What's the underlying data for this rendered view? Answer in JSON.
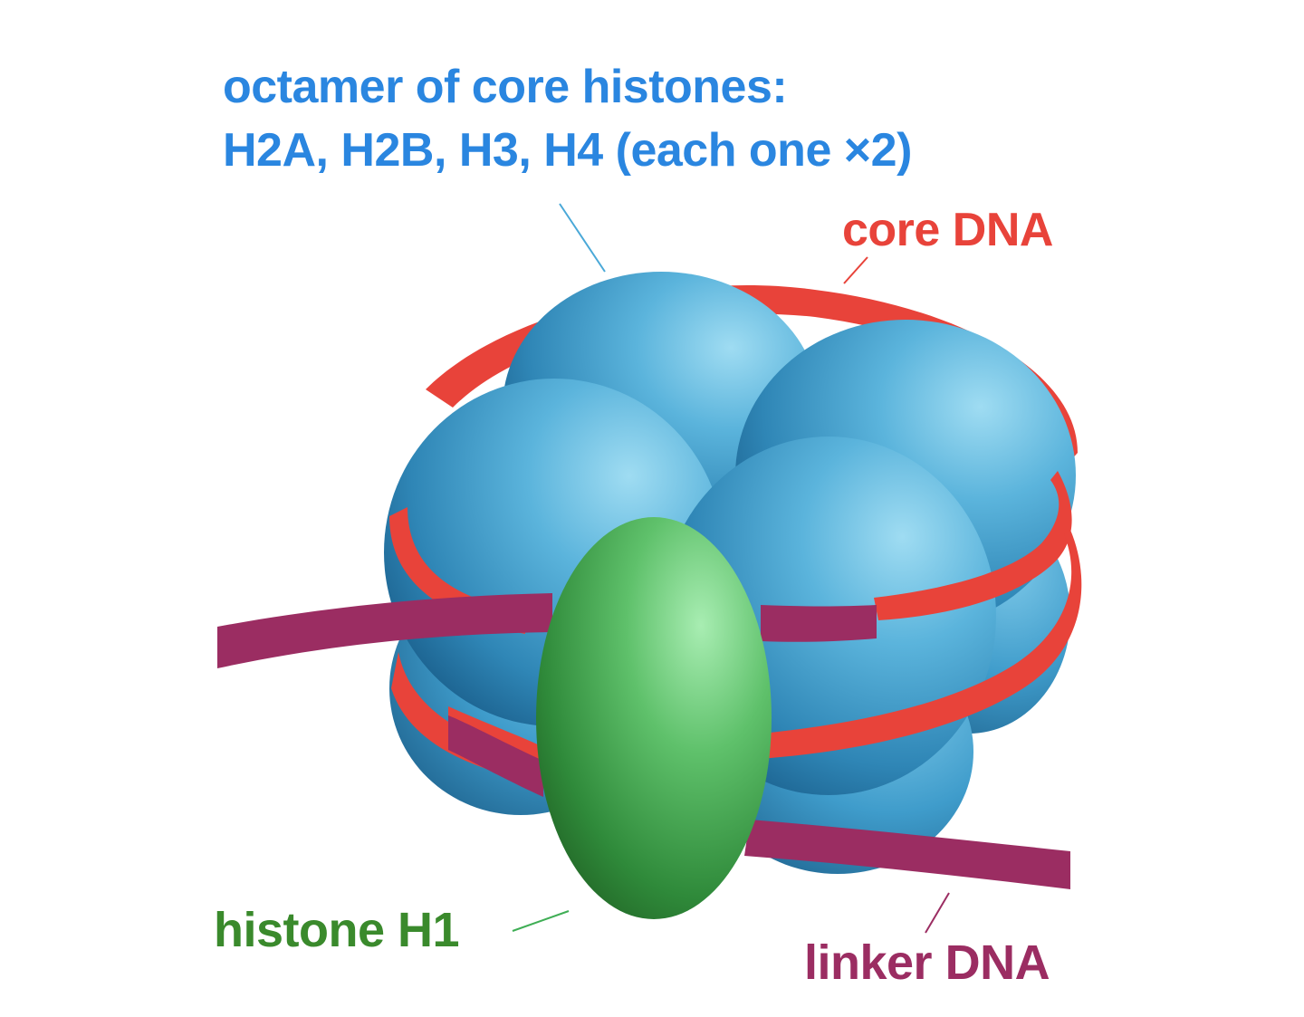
{
  "labels": {
    "octamer_line1": "octamer of core histones:",
    "octamer_line2": "H2A, H2B, H3, H4 (each one ×2)",
    "core_dna": "core DNA",
    "histone_h1": "histone H1",
    "linker_dna": "linker DNA"
  },
  "colors": {
    "octamer_label": "#2a86e0",
    "core_dna": "#e8433a",
    "histone_h1_label": "#3a8a2c",
    "linker_dna": "#9b2d62",
    "histone_sphere": "#3e9cc8",
    "histone_h1": "#5cc46a"
  }
}
